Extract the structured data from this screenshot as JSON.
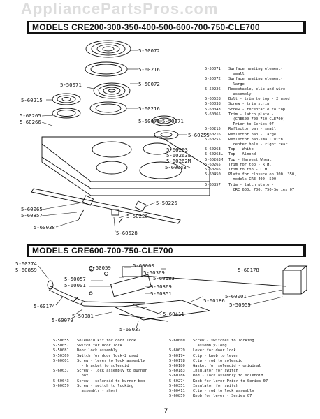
{
  "watermark": "AppliancePartsPros.com",
  "section1": {
    "title": "MODELS CRE200-300-350-400-500-600-700-750-CLE700",
    "callouts": [
      {
        "id": "c1",
        "label": "5-50072"
      },
      {
        "id": "c2",
        "label": "5-60216"
      },
      {
        "id": "c3",
        "label": "5-50071"
      },
      {
        "id": "c4",
        "label": "5-50072"
      },
      {
        "id": "c5",
        "label": "5-60215"
      },
      {
        "id": "c6",
        "label": "5-60216"
      },
      {
        "id": "c7",
        "label": "5-60265"
      },
      {
        "id": "c8",
        "label": "5-60266"
      },
      {
        "id": "c9",
        "label": "5-50071"
      },
      {
        "id": "c10",
        "label": "5-60255"
      },
      {
        "id": "c11",
        "label": "5-60263"
      },
      {
        "id": "c12",
        "label": "5-60263L"
      },
      {
        "id": "c13",
        "label": "5-60262M"
      },
      {
        "id": "c14",
        "label": "5-60043"
      },
      {
        "id": "c15",
        "label": "5-50226"
      },
      {
        "id": "c16",
        "label": "5-60065"
      },
      {
        "id": "c17",
        "label": "5-60857"
      },
      {
        "id": "c18",
        "label": "5-50226"
      },
      {
        "id": "c19",
        "label": "5-60038"
      },
      {
        "id": "c20",
        "label": "5-60528"
      }
    ],
    "legend": [
      {
        "num": "5-50071",
        "desc": "Surface heating element-\n  small"
      },
      {
        "num": "5-50072",
        "desc": "Surface heating element-\n  large"
      },
      {
        "num": "5-50226",
        "desc": "Receptacle, clip and wire\n  assembly"
      },
      {
        "num": "5-60528",
        "desc": "Bolt - trim to top - 2 used"
      },
      {
        "num": "5-60038",
        "desc": "Screw - trim strip"
      },
      {
        "num": "5-60043",
        "desc": "Screw - receptacle to top"
      },
      {
        "num": "5-60065",
        "desc": "Trim - latch plate -\n  (CRE600-700-750-CLE700)-\n  Prior to Series 07"
      },
      {
        "num": "5-60215",
        "desc": "Reflector pan - small"
      },
      {
        "num": "5-60216",
        "desc": "Reflector pan - large"
      },
      {
        "num": "5-60255",
        "desc": "Reflector pan-small with\n  center hole - right rear"
      },
      {
        "num": "5-60263",
        "desc": "Top - White"
      },
      {
        "num": "5-60263L",
        "desc": "Top - Almond"
      },
      {
        "num": "5-60263M",
        "desc": "Top - Harvest Wheat"
      },
      {
        "num": "5-60265",
        "desc": "Trim for top - R.H."
      },
      {
        "num": "5-60266",
        "desc": "Trim to top - L.H."
      },
      {
        "num": "5-60450",
        "desc": "Plate for closure on 300, 350,\n  models CRE 400, 500"
      },
      {
        "num": "5-60857",
        "desc": "Trim - latch plate -\n  CRE 600, 700, 750-Series 07"
      }
    ]
  },
  "section2": {
    "title": "MODELS CRE600-700-750-CLE700",
    "callouts": [
      {
        "id": "d1",
        "label": "5-60274"
      },
      {
        "id": "d2",
        "label": "5-60859"
      },
      {
        "id": "d3",
        "label": "5-50059"
      },
      {
        "id": "d4",
        "label": "5-60060"
      },
      {
        "id": "d5",
        "label": "5-50369"
      },
      {
        "id": "d6",
        "label": "5-60183"
      },
      {
        "id": "d7",
        "label": "5-50057"
      },
      {
        "id": "d8",
        "label": "5-60001"
      },
      {
        "id": "d9",
        "label": "5-60178"
      },
      {
        "id": "d10",
        "label": "5-50369"
      },
      {
        "id": "d11",
        "label": "5-60351"
      },
      {
        "id": "d12",
        "label": "5-60001"
      },
      {
        "id": "d13",
        "label": "5-60174"
      },
      {
        "id": "d14",
        "label": "5-50055"
      },
      {
        "id": "d15",
        "label": "5-60186"
      },
      {
        "id": "d16",
        "label": "5-60079"
      },
      {
        "id": "d17",
        "label": "5-50081"
      },
      {
        "id": "d18",
        "label": "5-60411"
      },
      {
        "id": "d19",
        "label": "5-60037"
      }
    ],
    "legend_left": [
      {
        "num": "5-50055",
        "desc": "Solenoid kit for door lock"
      },
      {
        "num": "5-50057",
        "desc": "Switch for door lock"
      },
      {
        "num": "5-50081",
        "desc": "Door lock assembly"
      },
      {
        "num": "5-50369",
        "desc": "Switch for door lock-2 used"
      },
      {
        "num": "5-60001",
        "desc": "Screw - lever to lock assembly\n  - bracket to solenoid"
      },
      {
        "num": "5-60037",
        "desc": "Screw - lock assembly to burner\n  box"
      },
      {
        "num": "5-60043",
        "desc": "Screw - solenoid to burner box"
      },
      {
        "num": "5-60059",
        "desc": "Screw - switch to locking\n  assembly - short"
      }
    ],
    "legend_right": [
      {
        "num": "5-60060",
        "desc": "Screw - switches to locking\n  assembly-long"
      },
      {
        "num": "5-60079",
        "desc": "Lever for door lock"
      },
      {
        "num": "5-60174",
        "desc": "Clip - knob to lever"
      },
      {
        "num": "5-60178",
        "desc": "Clip - rod to solenoid"
      },
      {
        "num": "5-60180",
        "desc": "Gasket for solenoid - original"
      },
      {
        "num": "5-60183",
        "desc": "Insulator for switch"
      },
      {
        "num": "5-60186",
        "desc": "Rod - lock assembly to solenoid"
      },
      {
        "num": "5-60274",
        "desc": "Knob for lever-Prior to Series 07"
      },
      {
        "num": "5-60351",
        "desc": "Insulator for switch"
      },
      {
        "num": "5-60411",
        "desc": "Clip - rod to lock assembly"
      },
      {
        "num": "5-60859",
        "desc": "Knob for lever - Series 07"
      }
    ]
  },
  "page_number": "7"
}
